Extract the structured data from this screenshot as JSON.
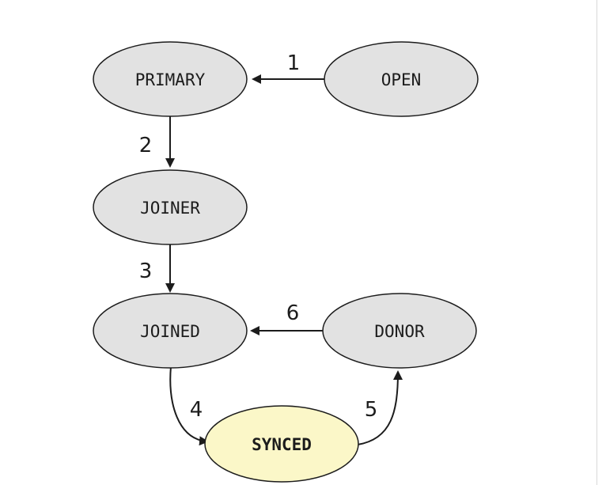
{
  "colors": {
    "node_fill": "#e2e2e2",
    "synced_fill": "#fbf7c8",
    "stroke": "#1c1c1c"
  },
  "nodes": {
    "primary": {
      "label": "PRIMARY"
    },
    "open": {
      "label": "OPEN"
    },
    "joiner": {
      "label": "JOINER"
    },
    "joined": {
      "label": "JOINED"
    },
    "donor": {
      "label": "DONOR"
    },
    "synced": {
      "label": "SYNCED"
    }
  },
  "edges": [
    {
      "from": "open",
      "to": "primary",
      "label": "1"
    },
    {
      "from": "primary",
      "to": "joiner",
      "label": "2"
    },
    {
      "from": "joiner",
      "to": "joined",
      "label": "3"
    },
    {
      "from": "joined",
      "to": "synced",
      "label": "4"
    },
    {
      "from": "synced",
      "to": "donor",
      "label": "5"
    },
    {
      "from": "donor",
      "to": "joined",
      "label": "6"
    }
  ]
}
